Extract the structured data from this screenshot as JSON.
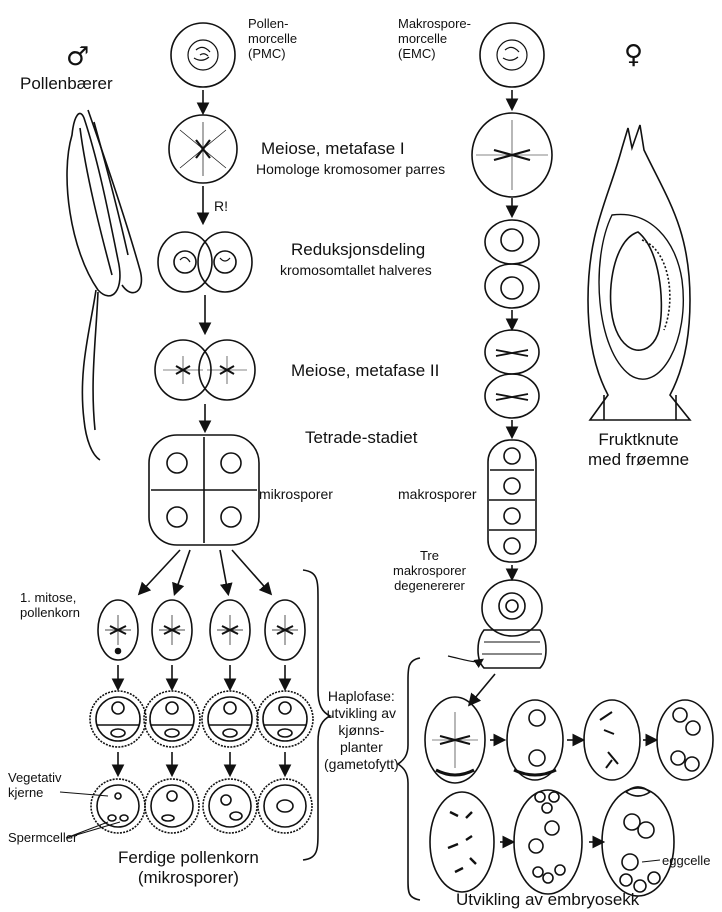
{
  "male": {
    "symbol": "♂",
    "title": "Pollenbærer"
  },
  "female": {
    "symbol": "♀",
    "title_line1": "Fruktknute",
    "title_line2": "med frøemne"
  },
  "pmc": {
    "line1": "Pollen-",
    "line2": "morcelle",
    "line3": "(PMC)"
  },
  "emc": {
    "line1": "Makrospore-",
    "line2": "morcelle",
    "line3": "(EMC)"
  },
  "stages": {
    "meiosis1_title": "Meiose, metafase I",
    "meiosis1_sub": "Homologe kromosomer parres",
    "r_mark": "R!",
    "reduction_title": "Reduksjonsdeling",
    "reduction_sub": "kromosomtallet halveres",
    "meiosis2_title": "Meiose, metafase II",
    "tetrad_title": "Tetrade-stadiet"
  },
  "labels": {
    "microspores": "mikrosporer",
    "macrospores": "makrosporer",
    "mitosis_line1": "1. mitose,",
    "mitosis_line2": "pollenkorn",
    "three_line1": "Tre",
    "three_line2": "makrosporer",
    "three_line3": "degenererer",
    "haplo_line1": "Haplofase:",
    "haplo_line2": "utvikling av",
    "haplo_line3": "kjønns-",
    "haplo_line4": "planter",
    "haplo_line5": "(gametofytt)",
    "vegetative_line1": "Vegetativ",
    "vegetative_line2": "kjerne",
    "sperm": "Spermceller",
    "finished_line1": "Ferdige pollenkorn",
    "finished_line2": "(mikrosporer)",
    "eggcell": "eggcelle",
    "embryo_sac": "Utvikling av embryosekk"
  }
}
